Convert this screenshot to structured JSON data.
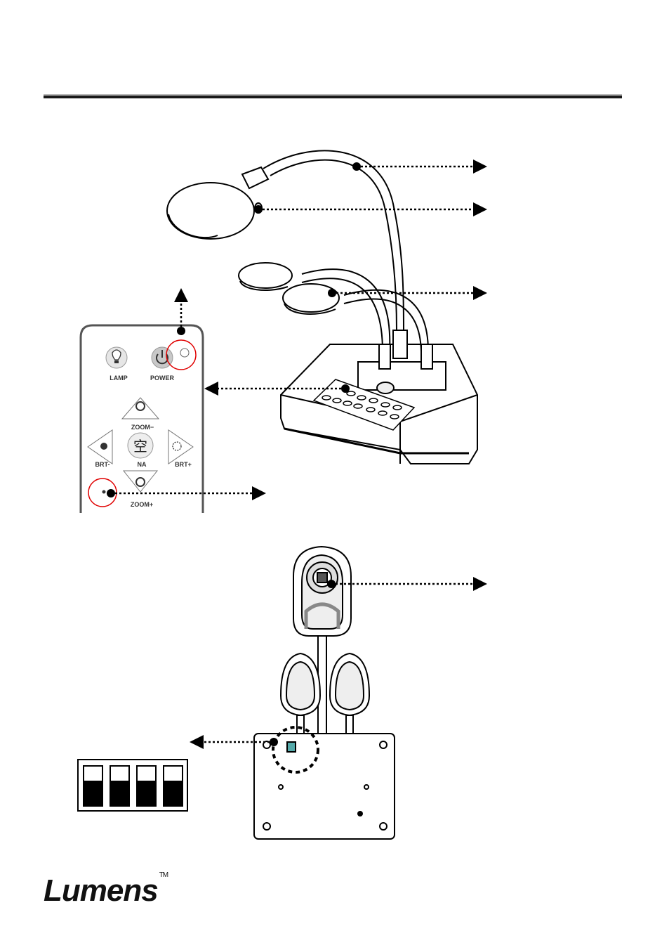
{
  "header": {
    "rule": true
  },
  "remote": {
    "buttons": {
      "lamp": "LAMP",
      "power": "POWER",
      "zoom_minus": "ZOOM−",
      "brt_minus": "BRT-",
      "na": "NA",
      "brt_plus": "BRT+",
      "zoom_plus": "ZOOM+"
    }
  },
  "footer": {
    "logo": "Lumens",
    "trademark": "TM"
  }
}
